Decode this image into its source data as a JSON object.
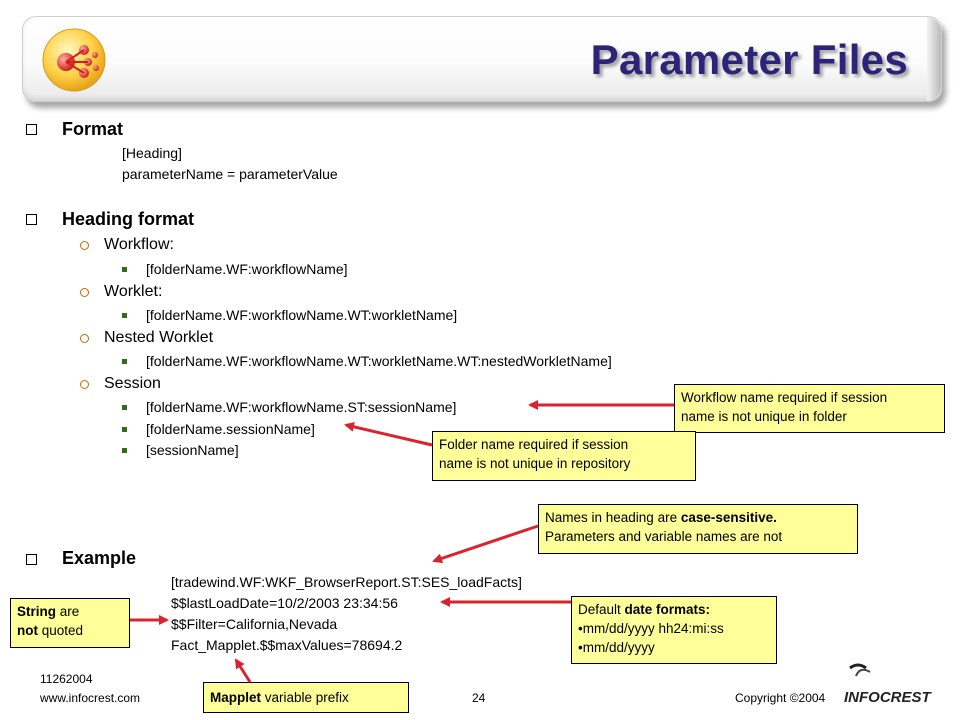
{
  "title": "Parameter Files",
  "sections": {
    "format": {
      "heading": "Format",
      "lines": [
        "[Heading]",
        "parameterName = parameterValue"
      ]
    },
    "heading_format": {
      "heading": "Heading format",
      "items": [
        {
          "label": "Workflow:",
          "subs": [
            "[folderName.WF:workflowName]"
          ]
        },
        {
          "label": "Worklet:",
          "subs": [
            "[folderName.WF:workflowName.WT:workletName]"
          ]
        },
        {
          "label": "Nested Worklet",
          "subs": [
            "[folderName.WF:workflowName.WT:workletName.WT:nestedWorkletName]"
          ]
        },
        {
          "label": "Session",
          "subs": [
            "[folderName.WF:workflowName.ST:sessionName]",
            "[folderName.sessionName]",
            "[sessionName]"
          ]
        }
      ]
    },
    "example": {
      "heading": "Example",
      "lines": [
        "[tradewind.WF:WKF_BrowserReport.ST:SES_loadFacts]",
        "$$lastLoadDate=10/2/2003 23:34:56",
        "$$Filter=California,Nevada",
        "Fact_Mapplet.$$maxValues=78694.2"
      ]
    }
  },
  "callouts": {
    "workflow_name": {
      "line1": "Workflow name required if session",
      "line2": "name is not unique in folder"
    },
    "folder_name": {
      "line1": "Folder name required if session",
      "line2": "name is not unique in repository"
    },
    "case_sensitive": {
      "line1a": "Names in heading are ",
      "line1b": "case-sensitive.",
      "line2": "Parameters and variable names are not"
    },
    "string_quoted": {
      "bold": "String",
      "line1rest": " are",
      "line2bold": "not",
      "line2rest": " quoted"
    },
    "date_formats": {
      "line1a": "Default ",
      "line1b": "date formats:",
      "item1": "•mm/dd/yyyy hh24:mi:ss",
      "item2": "•mm/dd/yyyy"
    },
    "mapplet_prefix": {
      "bold": "Mapplet",
      "rest": " variable prefix"
    }
  },
  "footer": {
    "doc_id": "11262004",
    "url": "www.infocrest.com",
    "page": "24",
    "copyright": "Copyright ©2004",
    "brand": "INFOCREST"
  },
  "colors": {
    "title": "#2b2479",
    "callout_bg": "#ffff99",
    "arrow": "#d9232e",
    "bullet2": "#c86a00",
    "bullet3": "#2f6b1b"
  }
}
